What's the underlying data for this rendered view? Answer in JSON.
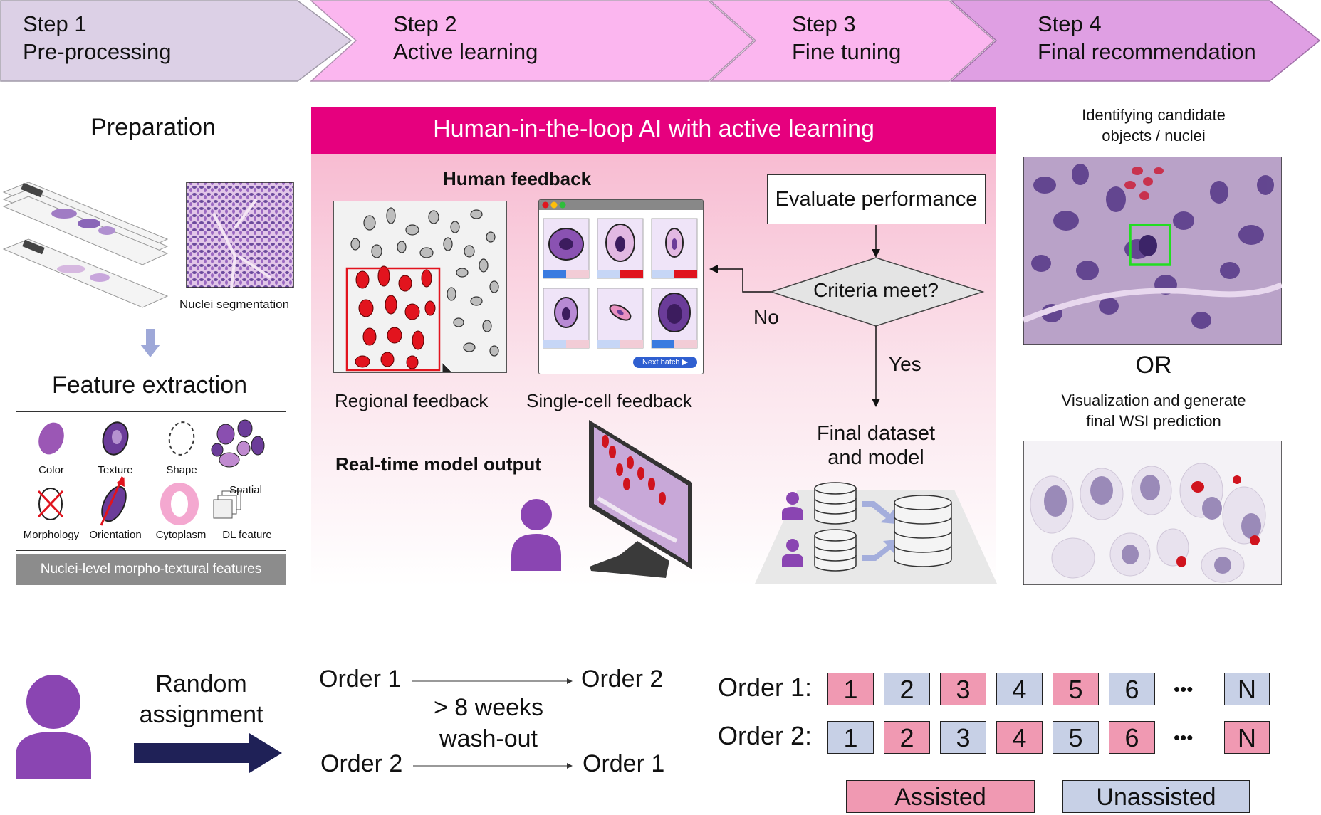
{
  "colors": {
    "step1": "#dcd0e6",
    "step2": "#fbb6ef",
    "step3": "#fbb6ef",
    "step4": "#df9fe3",
    "hitl_banner": "#e6007e",
    "assisted": "#f099b2",
    "unassisted": "#c7d0e6",
    "person": "#8a45b2",
    "arrow_navy": "#1f2157",
    "highlight_box": "#22dd22"
  },
  "steps": [
    {
      "number": "Step 1",
      "name": "Pre-processing"
    },
    {
      "number": "Step 2",
      "name": "Active learning"
    },
    {
      "number": "Step 3",
      "name": "Fine tuning"
    },
    {
      "number": "Step 4",
      "name": "Final recommendation"
    }
  ],
  "step1": {
    "preparation": "Preparation",
    "nuclei_segmentation": "Nuclei segmentation",
    "feature_extraction": "Feature extraction",
    "features": [
      {
        "label": "Color",
        "icon": "color-icon"
      },
      {
        "label": "Texture",
        "icon": "texture-icon"
      },
      {
        "label": "Shape",
        "icon": "shape-icon"
      },
      {
        "label": "Spatial",
        "icon": "spatial-icon"
      },
      {
        "label": "Morphology",
        "icon": "morphology-icon"
      },
      {
        "label": "Orientation",
        "icon": "orientation-icon"
      },
      {
        "label": "Cytoplasm",
        "icon": "cytoplasm-icon"
      },
      {
        "label": "DL feature",
        "icon": "dl-feature-icon"
      }
    ],
    "features_footer": "Nuclei-level morpho-textural features"
  },
  "step2": {
    "banner": "Human-in-the-loop AI with active learning",
    "human_feedback": "Human feedback",
    "regional_feedback": "Regional feedback",
    "single_cell_feedback": "Single-cell feedback",
    "next_batch": "Next batch ▶",
    "realtime_output": "Real-time model output",
    "evaluate": "Evaluate performance",
    "criteria": "Criteria meet?",
    "no": "No",
    "yes": "Yes",
    "final_dataset": "Final dataset",
    "and_model": "and model"
  },
  "step4": {
    "identify_line1": "Identifying candidate",
    "identify_line2": "objects / nuclei",
    "or": "OR",
    "visualize_line1": "Visualization and generate",
    "visualize_line2": "final WSI prediction"
  },
  "study": {
    "random": "Random",
    "assignment": "assignment",
    "order1": "Order 1",
    "order2": "Order 2",
    "washout1": "> 8 weeks",
    "washout2": "wash-out",
    "order1_label": "Order 1:",
    "order2_label": "Order 2:",
    "ellipsis": "•••",
    "order1_cells": [
      {
        "text": "1",
        "type": "assisted"
      },
      {
        "text": "2",
        "type": "unassisted"
      },
      {
        "text": "3",
        "type": "assisted"
      },
      {
        "text": "4",
        "type": "unassisted"
      },
      {
        "text": "5",
        "type": "assisted"
      },
      {
        "text": "6",
        "type": "unassisted"
      },
      {
        "text": "N",
        "type": "unassisted"
      }
    ],
    "order2_cells": [
      {
        "text": "1",
        "type": "unassisted"
      },
      {
        "text": "2",
        "type": "assisted"
      },
      {
        "text": "3",
        "type": "unassisted"
      },
      {
        "text": "4",
        "type": "assisted"
      },
      {
        "text": "5",
        "type": "unassisted"
      },
      {
        "text": "6",
        "type": "assisted"
      },
      {
        "text": "N",
        "type": "assisted"
      }
    ],
    "legend_assisted": "Assisted",
    "legend_unassisted": "Unassisted"
  }
}
